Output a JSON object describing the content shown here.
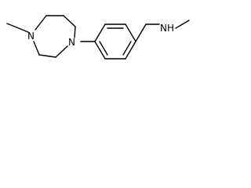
{
  "molecule": {
    "atoms": {
      "ring_n_methyl": "N",
      "ring_n_aryl": "N",
      "amine_nh": "NH"
    }
  },
  "colors": {
    "bond": "#000000",
    "label": "#000000",
    "background": "#ffffff"
  }
}
